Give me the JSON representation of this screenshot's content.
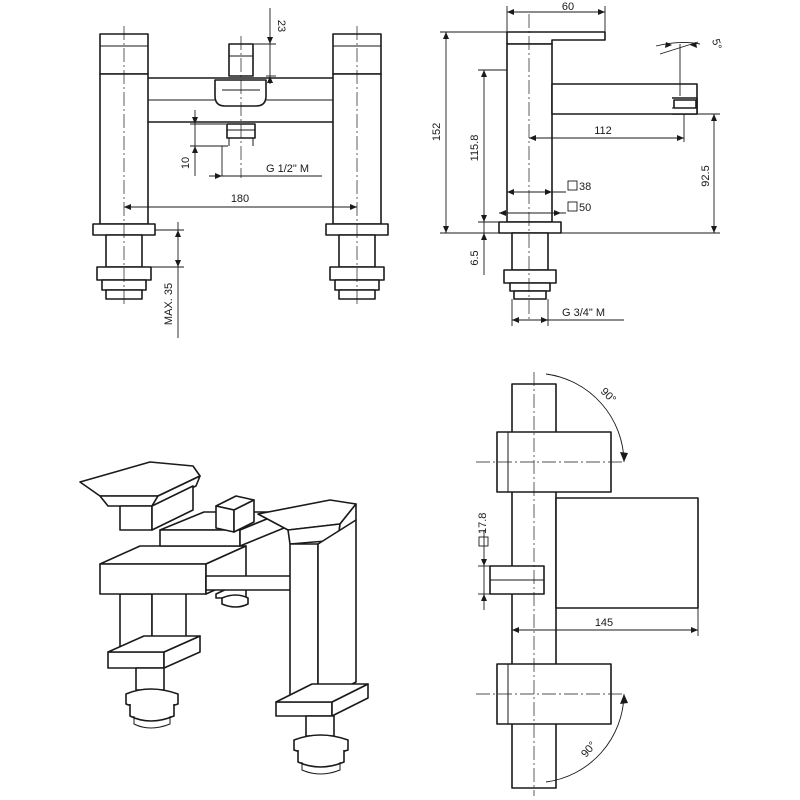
{
  "front_view": {
    "dim_height_small": "23",
    "dim_thread_height": "10",
    "dim_thread_label": "G 1/2\" M",
    "dim_centres": "180",
    "dim_max_label": "MAX. 35"
  },
  "side_view": {
    "dim_handle_length": "60",
    "dim_spout_angle": "5°",
    "dim_total_height": "152",
    "dim_height_body": "115.8",
    "dim_spout_reach": "112",
    "dim_spout_height": "92.5",
    "dim_square_small": "38",
    "dim_square_large": "50",
    "dim_base": "6.5",
    "dim_thread_label": "G 3/4\" M"
  },
  "top_view": {
    "dim_angle_top": "90°",
    "dim_square_diverter": "17.8",
    "dim_spout_reach": "145",
    "dim_angle_bottom": "90°"
  }
}
